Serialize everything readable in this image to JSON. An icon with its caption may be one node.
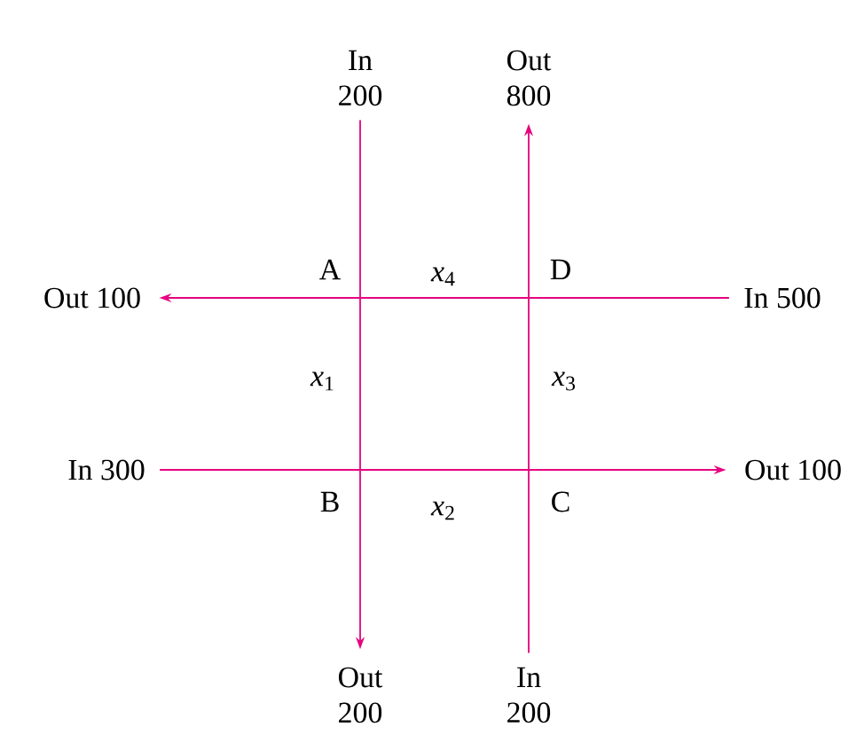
{
  "diagram": {
    "nodes": [
      {
        "text": [
          "In 200"
        ]
      },
      {
        "text": [
          "Out 800"
        ]
      },
      {
        "text": [
          "Out 100"
        ]
      },
      {
        "text": [
          "In 500"
        ]
      },
      {
        "text": [
          "In 300"
        ]
      },
      {
        "text": [
          "Out 100"
        ]
      },
      {
        "text": [
          "Out 200"
        ]
      },
      {
        "text": [
          "In 200"
        ]
      }
    ],
    "edges": [
      {
        "from": 0,
        "to": 6,
        "arrow": "to"
      },
      {
        "from": 7,
        "to": 1,
        "arrow": "to"
      },
      {
        "from": 3,
        "to": 2,
        "arrow": "to"
      },
      {
        "from": 4,
        "to": 5,
        "arrow": "to"
      }
    ],
    "labels": [
      "A",
      "*x*$_{4}$",
      "D",
      "*x*$_{1}$",
      "*x*$_{3}$",
      "B",
      "*x*$_{2}$",
      "C"
    ]
  }
}
